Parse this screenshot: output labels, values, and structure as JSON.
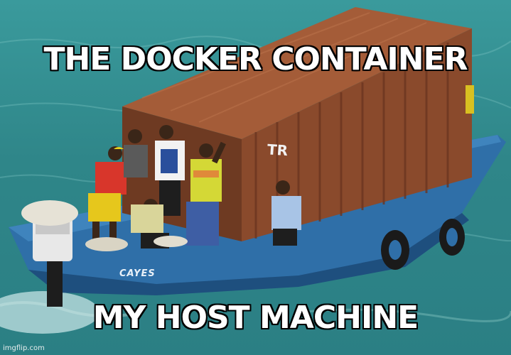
{
  "meme": {
    "top_text": "THE DOCKER CONTAINER",
    "bottom_text": "MY HOST MACHINE",
    "watermark": "imgflip.com"
  },
  "scene": {
    "hull_label": "CAYES",
    "container_marking": "TR"
  },
  "colors": {
    "sea": "#2f8689",
    "container": "#8a4a2c",
    "hull": "#2f6fa8",
    "caption_fill": "#ffffff",
    "caption_stroke": "#000000"
  }
}
